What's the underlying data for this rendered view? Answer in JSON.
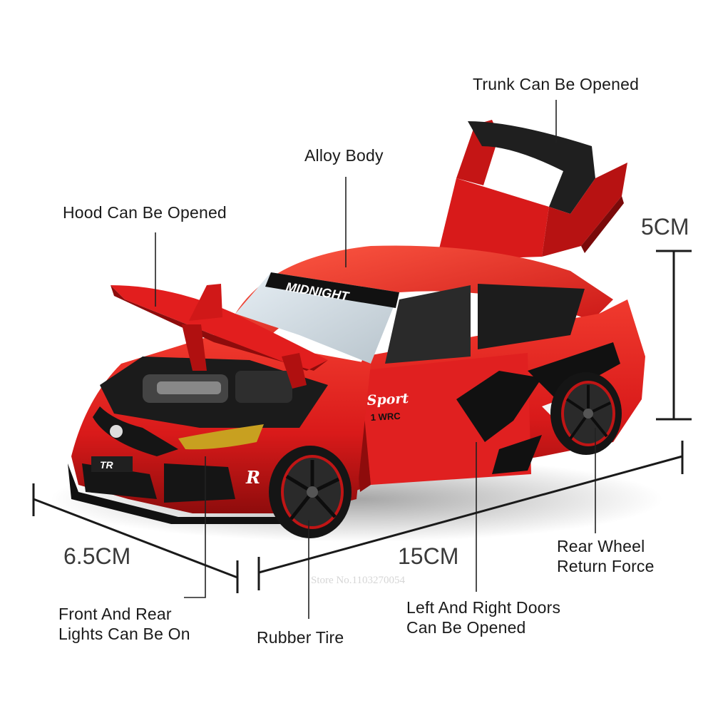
{
  "callouts": {
    "trunk": "Trunk Can Be Opened",
    "alloy_body": "Alloy Body",
    "hood": "Hood Can Be Opened",
    "rear_wheel_line1": "Rear Wheel",
    "rear_wheel_line2": "Return Force",
    "lights_line1": "Front And Rear",
    "lights_line2": "Lights Can Be On",
    "rubber_tire": "Rubber Tire",
    "doors_line1": "Left And Right Doors",
    "doors_line2": "Can Be Opened"
  },
  "dimensions": {
    "height": "5CM",
    "width": "6.5CM",
    "length": "15CM"
  },
  "car_decals": {
    "windshield_banner": "MIDNIGHT",
    "door_script": "Sport",
    "door_badge": "1 WRC",
    "front_badge": "TR",
    "fender_letter": "R"
  },
  "watermark": "Store No.1103270054",
  "colors": {
    "body_red": "#d91a1a",
    "body_dark_red": "#8e0c0c",
    "tire": "#151515",
    "rim": "#2a2a2a",
    "line": "#222222"
  }
}
